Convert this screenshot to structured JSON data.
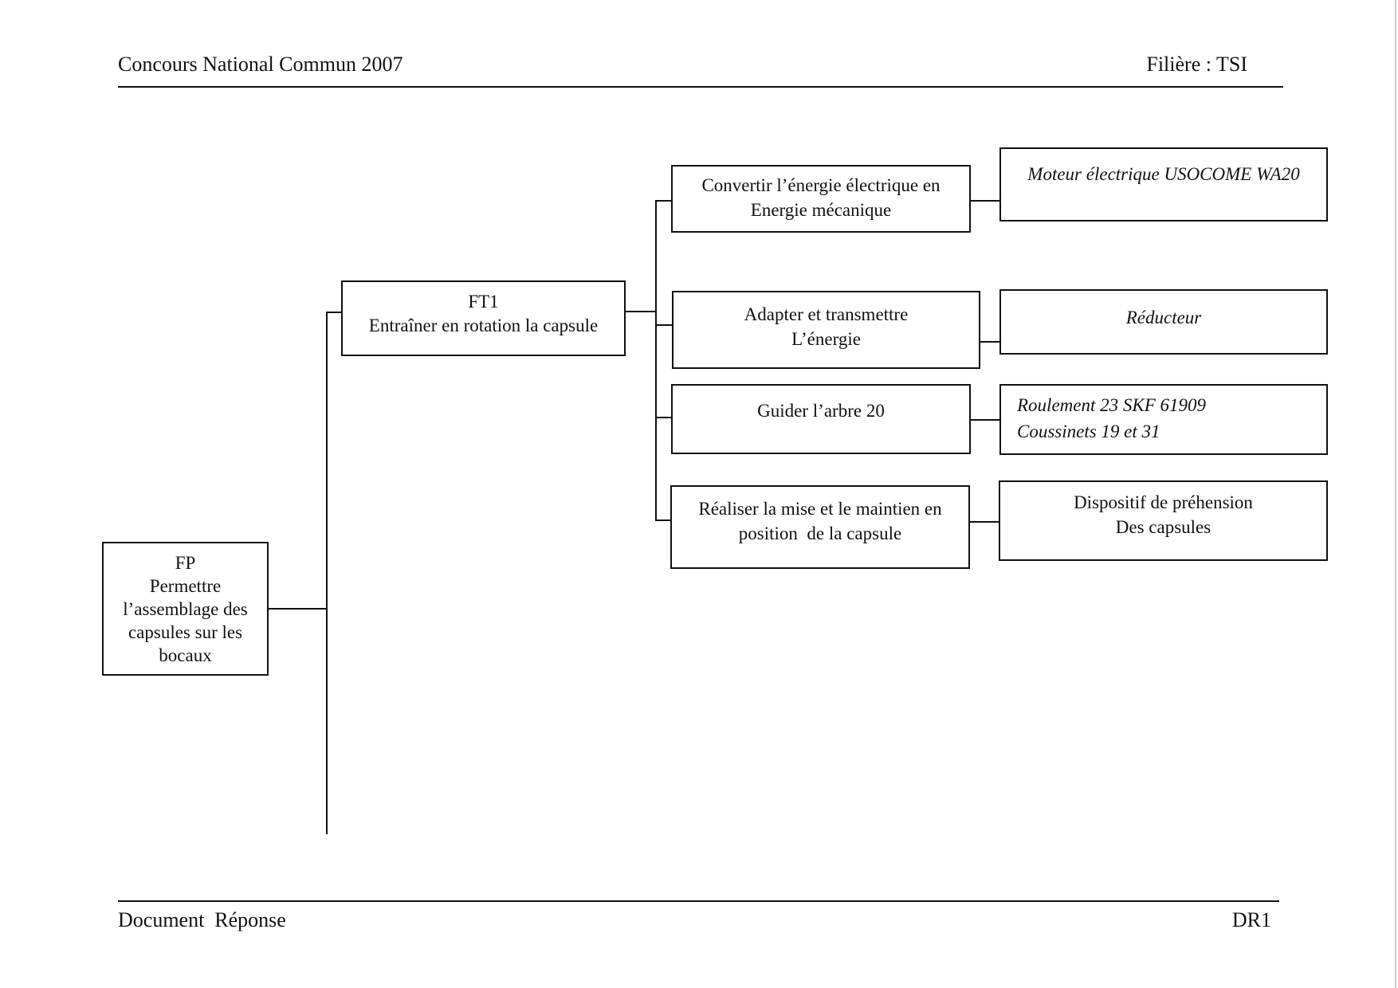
{
  "header": {
    "left": "Concours National Commun 2007",
    "right": "Filière : TSI"
  },
  "footer": {
    "left": "Document  Réponse",
    "right": "DR1"
  },
  "boxes": {
    "fp": {
      "l1": "FP",
      "l2": "Permettre",
      "l3": "l’assemblage des",
      "l4": "capsules sur les",
      "l5": "bocaux"
    },
    "ft1": {
      "l1": "FT1",
      "l2": "Entraîner en rotation la capsule"
    },
    "convertir": {
      "l1": "Convertir l’énergie électrique en",
      "l2": "Energie mécanique"
    },
    "moteur": {
      "l1": "Moteur électrique USOCOME WA20"
    },
    "adapter": {
      "l1": "Adapter et transmettre",
      "l2": "L’énergie"
    },
    "reducteur": {
      "l1": "Réducteur"
    },
    "guider": {
      "l1": "Guider l’arbre 20"
    },
    "roulement": {
      "l1": "Roulement 23 SKF 61909",
      "l2": "Coussinets 19 et 31"
    },
    "realiser": {
      "l1": "Réaliser la mise et le maintien en",
      "l2": "position  de la capsule"
    },
    "dispositif": {
      "l1": "Dispositif de préhension",
      "l2": "Des capsules"
    }
  },
  "colors": {
    "ink": "#111111",
    "paper": "#ffffff"
  }
}
